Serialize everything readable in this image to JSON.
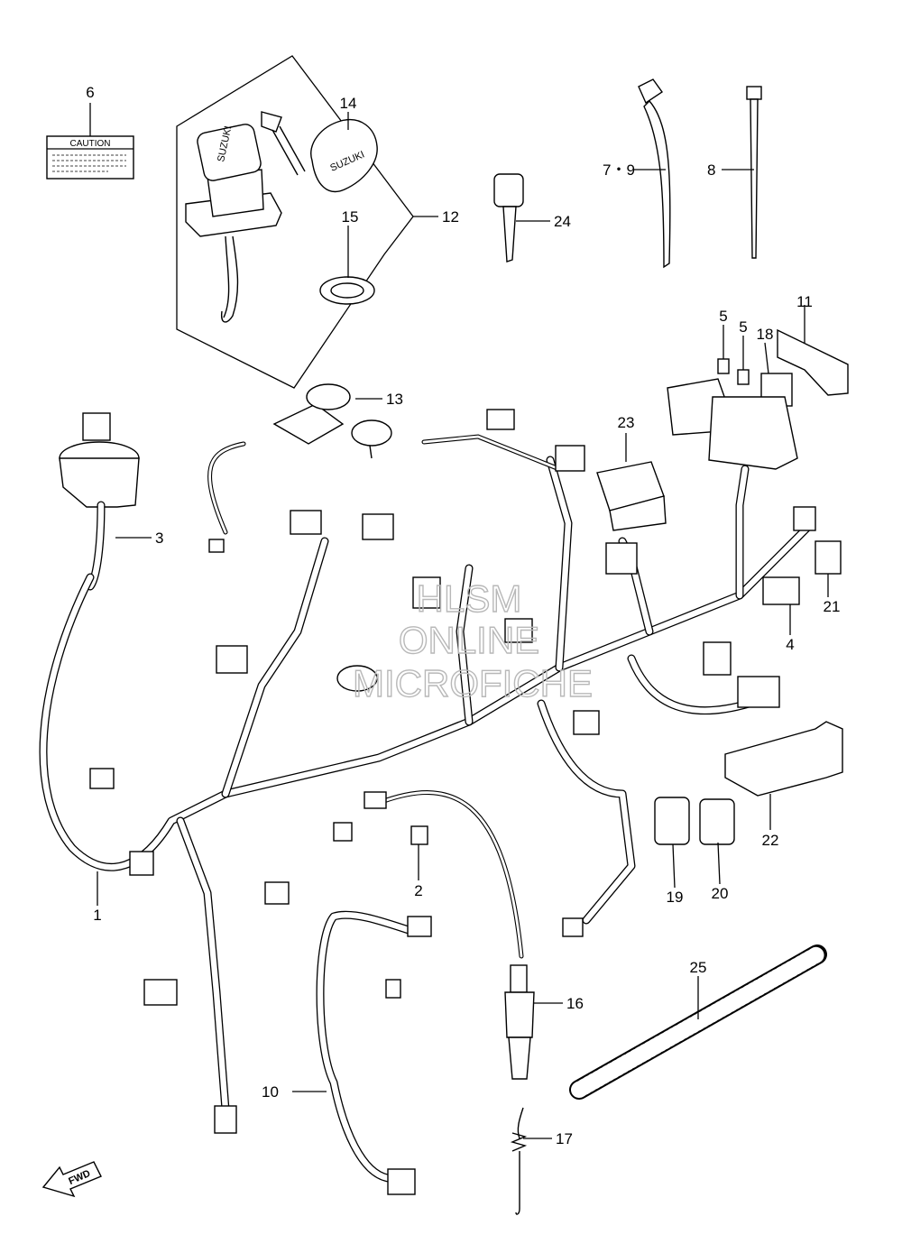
{
  "callouts": [
    {
      "id": "c1",
      "label": "1"
    },
    {
      "id": "c2",
      "label": "2"
    },
    {
      "id": "c3",
      "label": "3"
    },
    {
      "id": "c4",
      "label": "4"
    },
    {
      "id": "c5a",
      "label": "5"
    },
    {
      "id": "c5b",
      "label": "5"
    },
    {
      "id": "c6",
      "label": "6"
    },
    {
      "id": "c79",
      "label": "7・9"
    },
    {
      "id": "c8",
      "label": "8"
    },
    {
      "id": "c10",
      "label": "10"
    },
    {
      "id": "c11",
      "label": "11"
    },
    {
      "id": "c12",
      "label": "12"
    },
    {
      "id": "c13",
      "label": "13"
    },
    {
      "id": "c14",
      "label": "14"
    },
    {
      "id": "c15",
      "label": "15"
    },
    {
      "id": "c16",
      "label": "16"
    },
    {
      "id": "c17",
      "label": "17"
    },
    {
      "id": "c18",
      "label": "18"
    },
    {
      "id": "c19",
      "label": "19"
    },
    {
      "id": "c20",
      "label": "20"
    },
    {
      "id": "c21",
      "label": "21"
    },
    {
      "id": "c22",
      "label": "22"
    },
    {
      "id": "c23",
      "label": "23"
    },
    {
      "id": "c24",
      "label": "24"
    },
    {
      "id": "c25",
      "label": "25"
    }
  ],
  "caution_label": "CAUTION",
  "key_brand": "SUZUKI",
  "fwd_label": "FWD",
  "watermark": [
    "HLSM",
    "ONLINE",
    "MICROFICHE"
  ]
}
